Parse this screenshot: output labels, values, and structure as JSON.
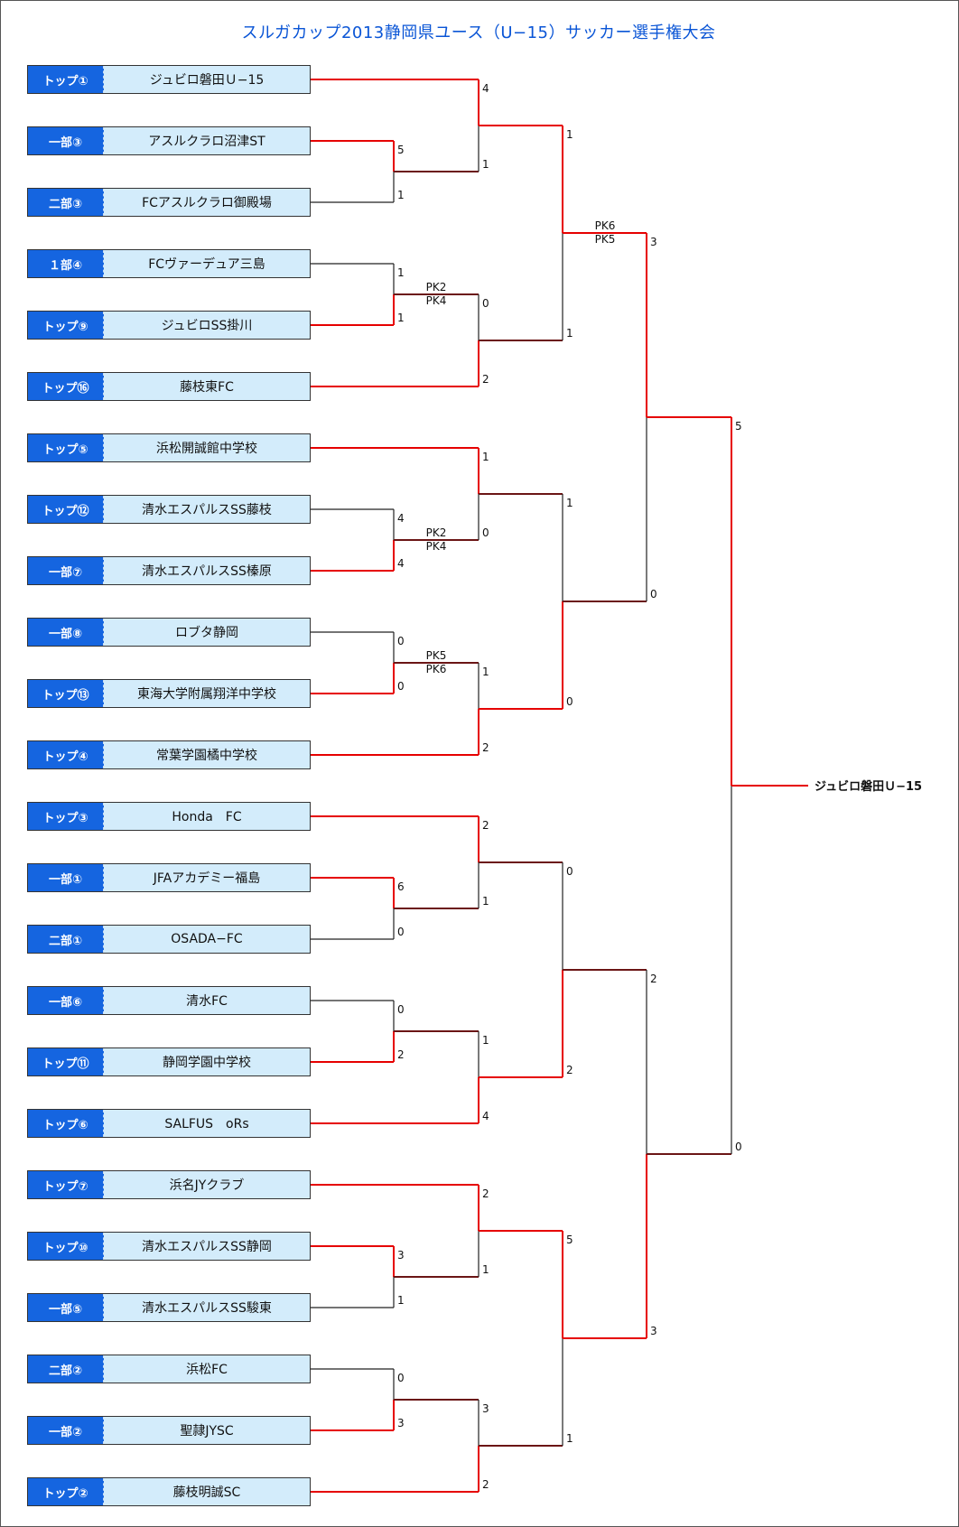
{
  "title": "スルガカップ2013静岡県ユース（U−15）サッカー選手権大会",
  "colors": {
    "winner_line": "#e60000",
    "loser_line": "#222222",
    "seed_bg": "#1565e0",
    "name_bg": "#d3ecfb",
    "title": "#0a55d6"
  },
  "teams": [
    {
      "seed": "トップ①",
      "name": "ジュビロ磐田Ｕ−15"
    },
    {
      "seed": "一部③",
      "name": "アスルクラロ沼津ST"
    },
    {
      "seed": "二部③",
      "name": "FCアスルクラロ御殿場"
    },
    {
      "seed": "１部④",
      "name": "FCヴァーデュア三島"
    },
    {
      "seed": "トップ⑨",
      "name": "ジュビロSS掛川"
    },
    {
      "seed": "トップ⑯",
      "name": "藤枝東FC"
    },
    {
      "seed": "トップ⑤",
      "name": "浜松開誠館中学校"
    },
    {
      "seed": "トップ⑫",
      "name": "清水エスパルスSS藤枝"
    },
    {
      "seed": "一部⑦",
      "name": "清水エスパルスSS榛原"
    },
    {
      "seed": "一部⑧",
      "name": "ロブタ静岡"
    },
    {
      "seed": "トップ⑬",
      "name": "東海大学附属翔洋中学校"
    },
    {
      "seed": "トップ④",
      "name": "常葉学園橘中学校"
    },
    {
      "seed": "トップ③",
      "name": "Honda　FC"
    },
    {
      "seed": "一部①",
      "name": "JFAアカデミー福島"
    },
    {
      "seed": "二部①",
      "name": "OSADA−FC"
    },
    {
      "seed": "一部⑥",
      "name": "清水FC"
    },
    {
      "seed": "トップ⑪",
      "name": "静岡学園中学校"
    },
    {
      "seed": "トップ⑥",
      "name": "SALFUS　oRs"
    },
    {
      "seed": "トップ⑦",
      "name": "浜名JYクラブ"
    },
    {
      "seed": "トップ⑩",
      "name": "清水エスパルスSS静岡"
    },
    {
      "seed": "一部⑤",
      "name": "清水エスパルスSS駿東"
    },
    {
      "seed": "二部②",
      "name": "浜松FC"
    },
    {
      "seed": "一部②",
      "name": "聖隷JYSC"
    },
    {
      "seed": "トップ②",
      "name": "藤枝明誠SC"
    }
  ],
  "scores": {
    "r1": [
      [
        "5",
        "1"
      ],
      [
        "1",
        "1"
      ],
      [
        "4",
        "4"
      ],
      [
        "0",
        "0"
      ],
      [
        "6",
        "0"
      ],
      [
        "0",
        "2"
      ],
      [
        "3",
        "1"
      ],
      [
        "0",
        "3"
      ]
    ],
    "r2": [
      [
        "4",
        "1"
      ],
      [
        "0",
        "2"
      ],
      [
        "1",
        "0"
      ],
      [
        "1",
        "2"
      ],
      [
        "2",
        "1"
      ],
      [
        "1",
        "4"
      ],
      [
        "2",
        "1"
      ],
      [
        "3",
        "2"
      ]
    ],
    "r3": [
      [
        "1",
        "1"
      ],
      [
        "1",
        "0"
      ],
      [
        "0",
        "2"
      ],
      [
        "5",
        "1"
      ]
    ],
    "r4": [
      [
        "3",
        "0"
      ],
      [
        "2",
        "3"
      ]
    ],
    "final": [
      "5",
      "0"
    ]
  },
  "pk": {
    "r1_2": [
      "PK2",
      "PK4"
    ],
    "r1_3": [
      "PK2",
      "PK4"
    ],
    "r1_4": [
      "PK5",
      "PK6"
    ],
    "r3_1": [
      "PK6",
      "PK5"
    ]
  },
  "champion": "ジュビロ磐田Ｕ−15"
}
